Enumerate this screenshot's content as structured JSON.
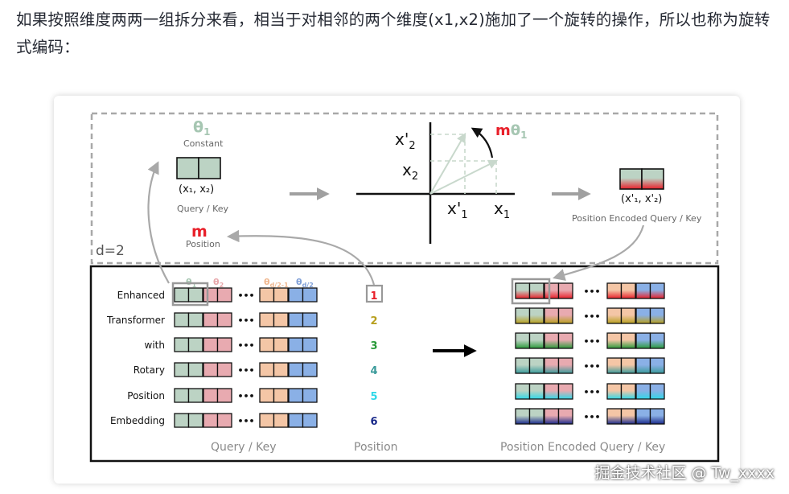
{
  "paragraph": "如果按照维度两两一组拆分来看，相当于对相邻的两个维度(x1,x2)施加了一个旋转的操作，所以也称为旋转式编码：",
  "top": {
    "theta": "θ",
    "theta_sub": "1",
    "constant": "Constant",
    "pair_label": "(x₁, x₂)",
    "query_key": "Query / Key",
    "m": "m",
    "position": "Position",
    "d2": "d=2",
    "x2p": "x'",
    "x2p_sub": "2",
    "x2": "x",
    "x2_sub": "2",
    "x1p": "x'",
    "x1p_sub": "1",
    "x1": "x",
    "x1_sub": "1",
    "m_theta": "mθ",
    "m_theta_sub": "1",
    "encoded_pair": "(x'₁, x'₂)",
    "encoded_label": "Position Encoded Query / Key"
  },
  "bottom": {
    "words": [
      "Enhanced",
      "Transformer",
      "with",
      "Rotary",
      "Position",
      "Embedding"
    ],
    "positions": [
      "1",
      "2",
      "3",
      "4",
      "5",
      "6"
    ],
    "position_colors": [
      "#e8202a",
      "#b8a020",
      "#2a9a3a",
      "#3a9a9a",
      "#30d8e8",
      "#1a2a8a"
    ],
    "theta_labels": [
      {
        "t": "θ",
        "s": "1",
        "color": "#a6c6b2"
      },
      {
        "t": "θ",
        "s": "2",
        "color": "#e8a8ac"
      },
      {
        "t": "θ",
        "s": "d/2-1",
        "color": "#f0b890"
      },
      {
        "t": "θ",
        "s": "d/2",
        "color": "#80a0d8"
      }
    ],
    "dots": "•••",
    "query_key": "Query / Key",
    "position": "Position",
    "encoded_label": "Position Encoded Query / Key"
  },
  "watermark": "掘金技术社区 @ Tw_xxxx",
  "colors": {
    "green": "#bcd3c4",
    "pink": "#e8aab0",
    "peach": "#f4c6a6",
    "blue": "#8ab0e6",
    "gray": "#aaaaaa",
    "red": "#e8202a"
  }
}
